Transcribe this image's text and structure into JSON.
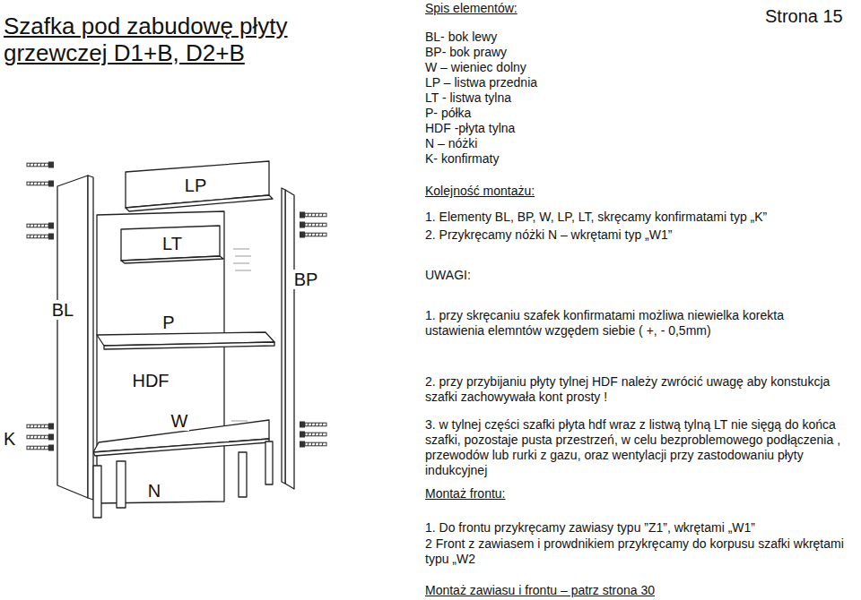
{
  "diagram": {
    "title": "Szafka pod zabudowę płyty grzewczej D1+B, D2+B",
    "labels": [
      "Strona 15",
      "Spis elementów:",
      "BL- bok lewy",
      "BP- bok prawy",
      "W – wieniec dolny",
      "LP – listwa przednia",
      "LT - listwa tylna",
      "P- półka",
      "HDF -płyta tylna",
      "N – nóżki",
      "K- konfirmaty",
      "Kolejność montażu:",
      "1. Elementy BL, BP, W, LP, LT, skręcamy konfirmatami typ „K”",
      "2. Przykręcamy nóżki N – wkrętami typ „W1”",
      "UWAGI:",
      "1. przy skręcaniu szafek konfirmatami możliwa niewielka korekta ustawienia elemntów wzgędem siebie ( +, - 0,5mm)",
      "2. przy przybijaniu płyty tylnej HDF należy zwrócić uwagę aby konstukcja szafki zachowywała kont prosty !",
      "3. w tylnej części szafki płyta hdf wraz z listwą tylną LT nie sięgą do końca szafki, pozostaje pusta przestrzeń, w celu bezproblemowego podłączenia , przewodów lub rurki z gazu, oraz wentylacji przy zastodowaniu płyty indukcyjnej",
      "Montaż frontu:",
      "1. Do frontu przykręcamy zawiasy typu ”Z1”, wkrętami „W1”",
      "2 Front z zawiasem i prowdnikiem przykręcamy do korpusu szafki wkrętami typu „W2",
      "Montaż zawiasu i frontu – patrz strona 30",
      "LP",
      "LT",
      "BP",
      "BL",
      "P",
      "HDF",
      "K",
      "W",
      "N"
    ]
  }
}
